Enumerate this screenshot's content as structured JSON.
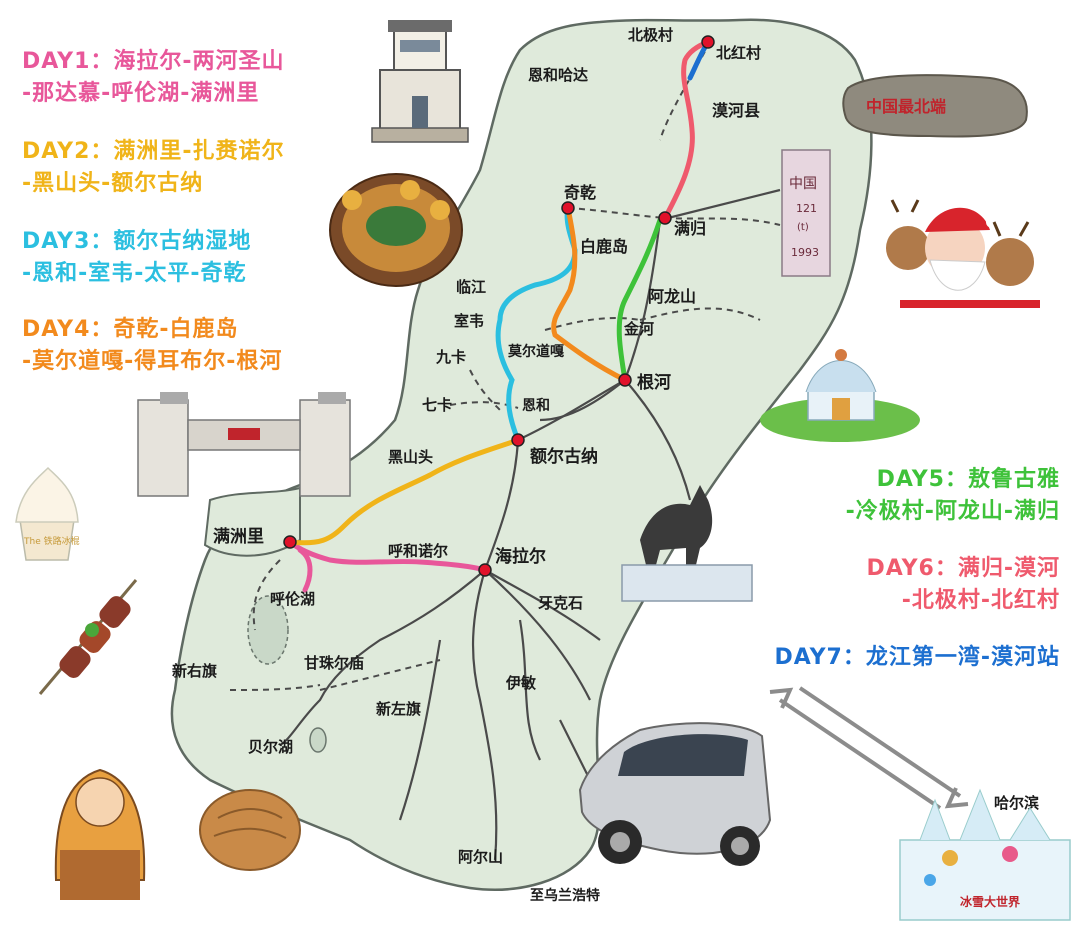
{
  "itinerary": [
    {
      "label": "DAY1：",
      "line1": "海拉尔-两河圣山",
      "line2": "-那达慕-呼伦湖-满洲里",
      "color": "#e8579a"
    },
    {
      "label": "DAY2：",
      "line1": "满洲里-扎赉诺尔",
      "line2": "-黑山头-额尔古纳",
      "color": "#f0b419"
    },
    {
      "label": "DAY3：",
      "line1": "额尔古纳湿地",
      "line2": "-恩和-室韦-太平-奇乾",
      "color": "#2bbfe0"
    },
    {
      "label": "DAY4：",
      "line1": "奇乾-白鹿岛",
      "line2": "-莫尔道嘎-得耳布尔-根河",
      "color": "#f28a1d"
    },
    {
      "label": "DAY5：",
      "line1": "敖鲁古雅",
      "line2": "-冷极村-阿龙山-满归",
      "color": "#3ec23a"
    },
    {
      "label": "DAY6：",
      "line1": "满归-漠河",
      "line2": "-北极村-北红村",
      "color": "#ef5a6d"
    },
    {
      "label": "DAY7：",
      "line1": "龙江第一湾-漠河站",
      "color": "#1c6fd0"
    }
  ],
  "places": {
    "beijicun": "北极村",
    "beihongcun": "北红村",
    "enhehada": "恩和哈达",
    "mohexian": "漠河县",
    "qiqian": "奇乾",
    "mangui": "满归",
    "bailudao": "白鹿岛",
    "alongshan": "阿龙山",
    "linjiang": "临江",
    "shiwei": "室韦",
    "jinhe": "金河",
    "jiuka": "九卡",
    "moerdaoga": "莫尔道嘎",
    "genhe": "根河",
    "qika": "七卡",
    "enhe": "恩和",
    "heishantou": "黑山头",
    "erguna": "额尔古纳",
    "manzhouli": "满洲里",
    "huhenuoer": "呼和诺尔",
    "hailaer": "海拉尔",
    "hulunhu": "呼伦湖",
    "yakeshi": "牙克石",
    "xinyouqi": "新右旗",
    "ganzhuermiao": "甘珠尔庙",
    "yimin": "伊敏",
    "xinzuoqi": "新左旗",
    "beierhu": "贝尔湖",
    "aershan": "阿尔山",
    "zhiwulanhaote": "至乌兰浩特",
    "haerbin": "哈尔滨"
  },
  "decor": {
    "boundary_stone": {
      "top": "中国",
      "mid": "121",
      "sub": "(t)",
      "bottom": "1993"
    },
    "rock_text": "中国最北端",
    "ice_world": "冰雪大世界",
    "ice_cream_brand": "The 铁路冰棍"
  },
  "colors": {
    "map_fill": "#dfeadb",
    "map_outline": "#5f6a62",
    "road": "#4a4a4a",
    "route_pink": "#e8579a",
    "route_yellow": "#f0b419",
    "route_cyan": "#2bbfe0",
    "route_orange": "#f28a1d",
    "route_green": "#3ec23a",
    "route_red": "#ef5a6d",
    "route_blue": "#1c6fd0",
    "city_dot": "#e0122a"
  }
}
